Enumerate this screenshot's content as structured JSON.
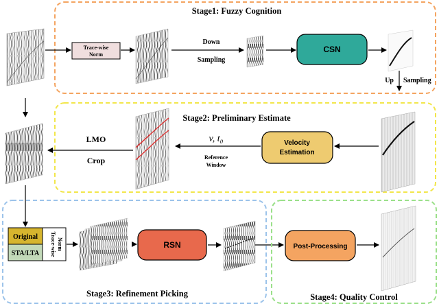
{
  "stages": {
    "stage1_title": "Stage1: Fuzzy Cognition",
    "stage2_title": "Stage2: Preliminary Estimate",
    "stage3_title": "Stage3: Refinement Picking",
    "stage4_title": "Stage4: Quality Control"
  },
  "blocks": {
    "trace_norm_line1": "Trace-wise",
    "trace_norm_line2": "Norm",
    "csn": "CSN",
    "velocity_line1": "Velocity",
    "velocity_line2": "Estimation",
    "rsn": "RSN",
    "post_processing": "Post-Processing",
    "original": "Original",
    "sta_lta": "STA/LTA",
    "stacked_norm_line1": "Trace-wise",
    "stacked_norm_line2": "Norm"
  },
  "labels": {
    "down": "Down",
    "sampling": "Sampling",
    "up": "Up",
    "up_sampling": "Sampling",
    "lmo": "LMO",
    "crop": "Crop",
    "v_t0": "v, t₀",
    "reference": "Reference",
    "window": "Window"
  },
  "colors": {
    "stage1_border": "#f4a460",
    "stage2_border": "#f2e64a",
    "stage3_border": "#9cc3ea",
    "stage4_border": "#9be08a",
    "csn_fill": "#2fa99a",
    "velocity_fill": "#eecb70",
    "rsn_fill": "#e8694c",
    "post_fill": "#f4a461",
    "trace_norm_fill": "#f0dede",
    "original_fill": "#d6b52e",
    "sta_fill": "#c2d9b8",
    "stack_norm_fill": "#ffffff",
    "pick_curve": "#e03030"
  }
}
